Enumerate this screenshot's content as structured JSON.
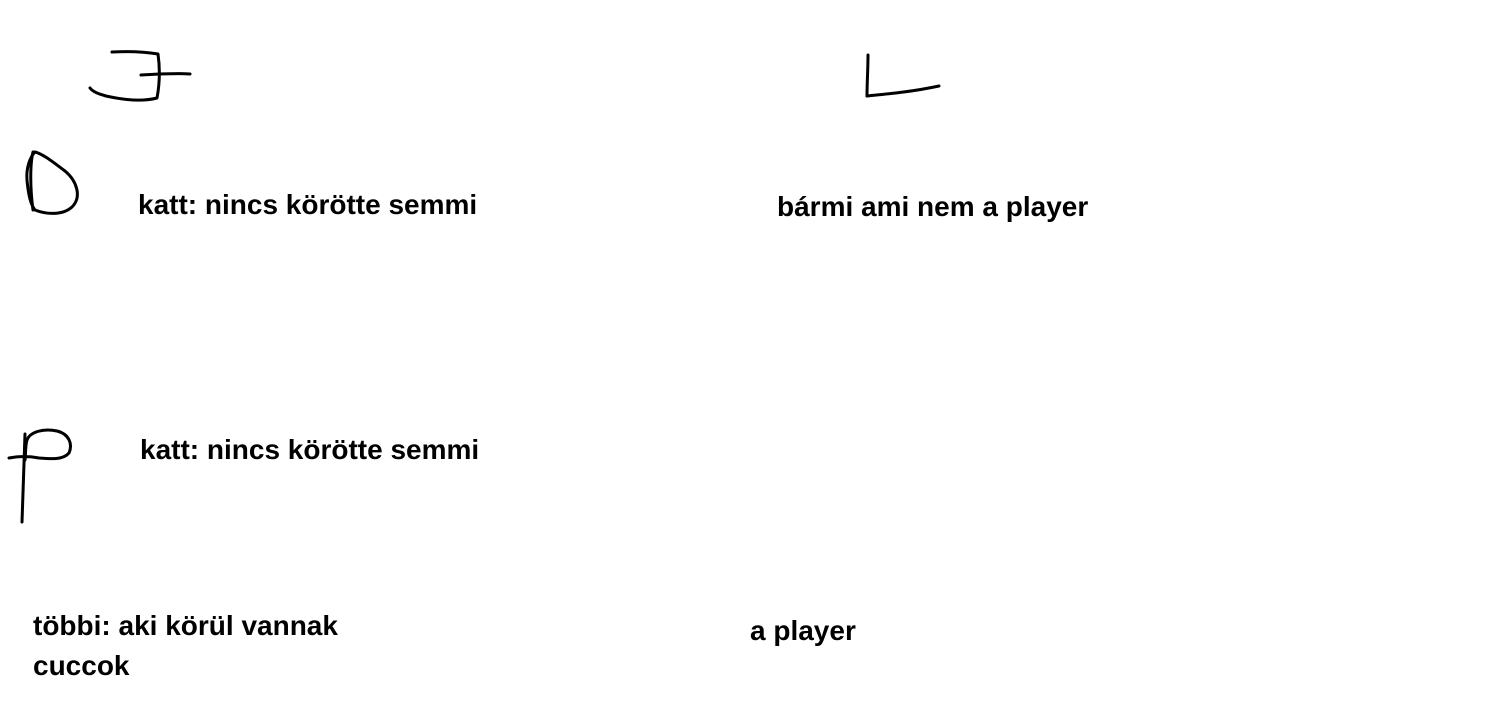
{
  "canvas": {
    "background_color": "#ffffff",
    "stroke_color": "#000000"
  },
  "sketches": [
    {
      "name": "J-glyph",
      "icon": "letter-j-sketch-icon"
    },
    {
      "name": "L-glyph",
      "icon": "letter-l-sketch-icon"
    },
    {
      "name": "D-glyph",
      "icon": "letter-d-sketch-icon"
    },
    {
      "name": "P-glyph",
      "icon": "letter-p-sketch-icon"
    }
  ],
  "notes": {
    "d_note": "katt: nincs körötte semmi",
    "l_note": "bármi ami nem a player",
    "p_note": "katt: nincs körötte semmi",
    "tobbi_note_line1": "többi: aki körül vannak",
    "tobbi_note_line2": "cuccok",
    "player_note": "a player"
  }
}
